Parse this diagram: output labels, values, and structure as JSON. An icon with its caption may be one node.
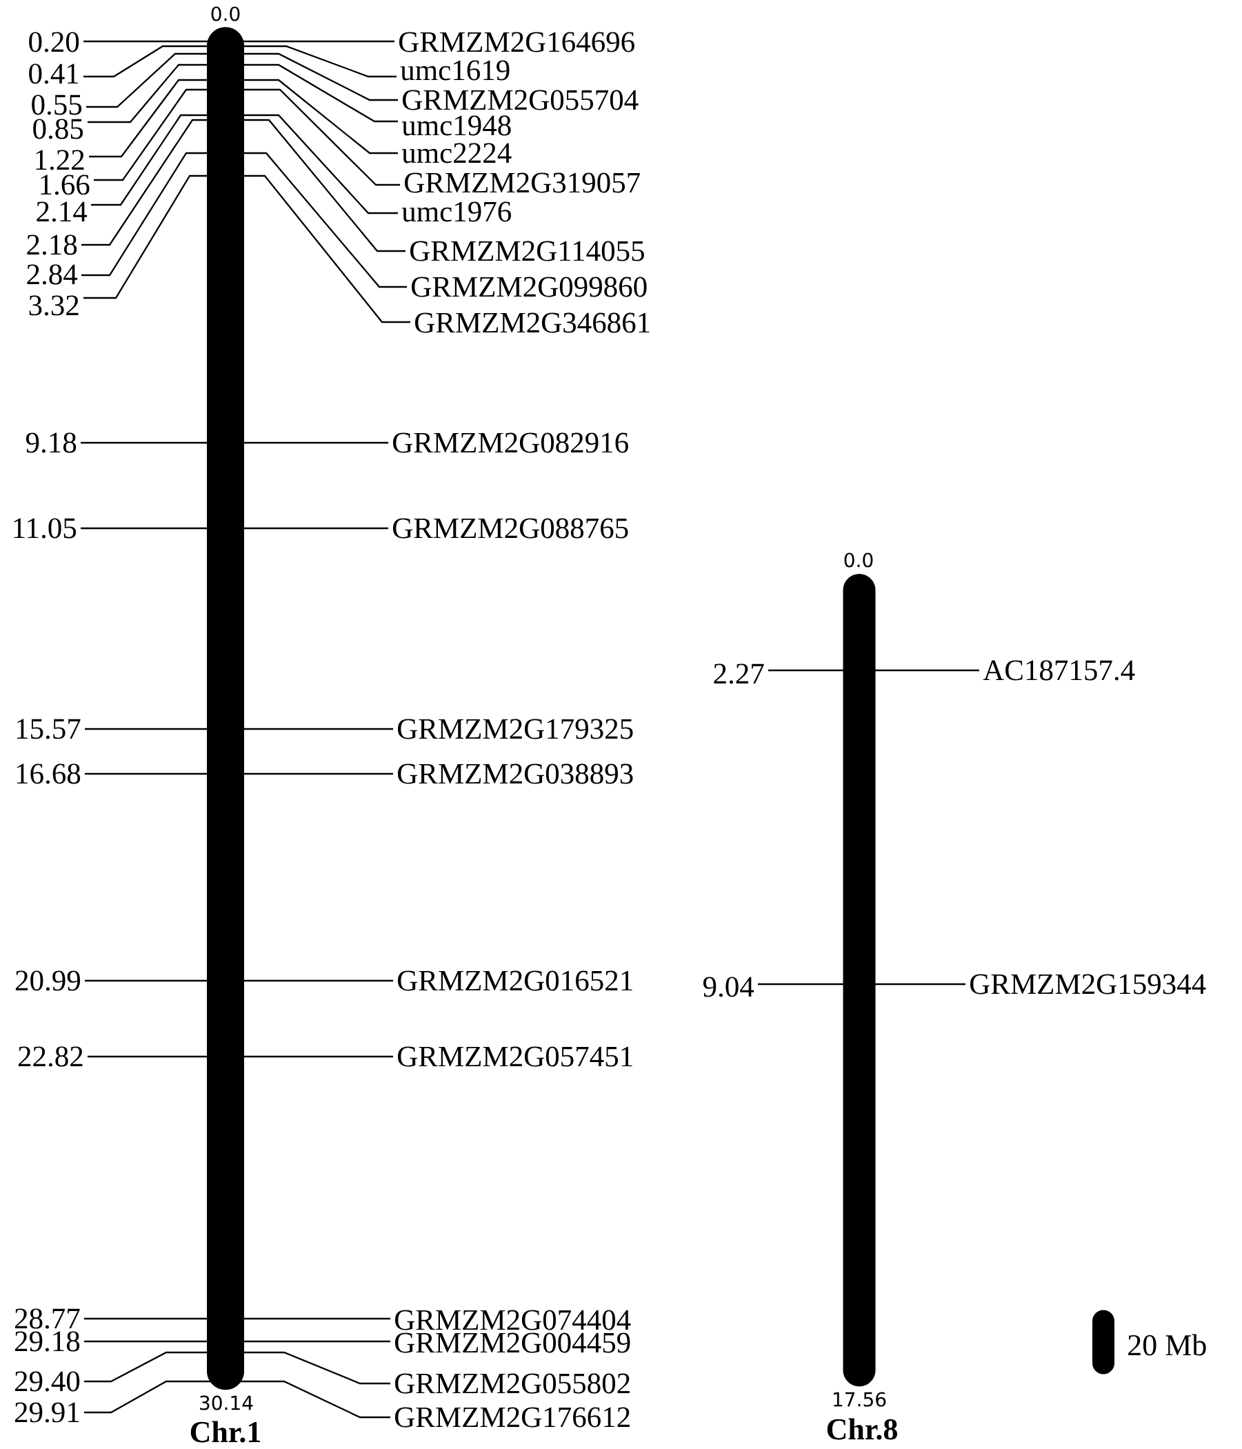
{
  "diagram": {
    "nodes": [
      {
        "text": [
          "Chr.1"
        ],
        "beside": [
          "0.0",
          "30.14"
        ]
      },
      {
        "text": [
          "0.20"
        ]
      },
      {
        "text": [
          "GRMZM2G164696"
        ]
      },
      {
        "text": [
          "0.41"
        ]
      },
      {
        "text": [
          "umc1619"
        ]
      },
      {
        "text": [
          "0.55"
        ]
      },
      {
        "text": [
          "GRMZM2G055704"
        ]
      },
      {
        "text": [
          "0.85"
        ]
      },
      {
        "text": [
          "umc1948"
        ]
      },
      {
        "text": [
          "1.22"
        ]
      },
      {
        "text": [
          "umc2224"
        ]
      },
      {
        "text": [
          "1.66"
        ]
      },
      {
        "text": [
          "GRMZM2G319057"
        ]
      },
      {
        "text": [
          "2.14"
        ]
      },
      {
        "text": [
          "umc1976"
        ]
      },
      {
        "text": [
          "2.18"
        ]
      },
      {
        "text": [
          "GRMZM2G114055"
        ]
      },
      {
        "text": [
          "2.84"
        ]
      },
      {
        "text": [
          "GRMZM2G099860"
        ]
      },
      {
        "text": [
          "3.32"
        ]
      },
      {
        "text": [
          "GRMZM2G346861"
        ]
      },
      {
        "text": [
          "9.18"
        ]
      },
      {
        "text": [
          "GRMZM2G082916"
        ]
      },
      {
        "text": [
          "11.05"
        ]
      },
      {
        "text": [
          "GRMZM2G088765"
        ]
      },
      {
        "text": [
          "15.57"
        ]
      },
      {
        "text": [
          "GRMZM2G179325"
        ]
      },
      {
        "text": [
          "16.68"
        ]
      },
      {
        "text": [
          "GRMZM2G038893"
        ]
      },
      {
        "text": [
          "20.99"
        ]
      },
      {
        "text": [
          "GRMZM2G016521"
        ]
      },
      {
        "text": [
          "22.82"
        ]
      },
      {
        "text": [
          "GRMZM2G057451"
        ]
      },
      {
        "text": [
          "28.77"
        ]
      },
      {
        "text": [
          "GRMZM2G074404"
        ]
      },
      {
        "text": [
          "29.18"
        ]
      },
      {
        "text": [
          "GRMZM2G004459"
        ]
      },
      {
        "text": [
          "29.40"
        ]
      },
      {
        "text": [
          "GRMZM2G055802"
        ]
      },
      {
        "text": [
          "29.91"
        ]
      },
      {
        "text": [
          "GRMZM2G176612"
        ]
      },
      {
        "text": [
          "Chr.8"
        ],
        "beside": [
          "0.0",
          "17.56"
        ]
      },
      {
        "text": [
          "2.27"
        ]
      },
      {
        "text": [
          "AC187157.4"
        ]
      },
      {
        "text": [
          "9.04"
        ]
      },
      {
        "text": [
          "GRMZM2G159344"
        ]
      },
      {
        "text": [],
        "shape": "bar",
        "beside": [
          "20 Mb"
        ]
      }
    ],
    "edges": [
      {
        "from": 1,
        "to": 2,
        "arrow": "none"
      },
      {
        "from": 3,
        "to": 4,
        "arrow": "none"
      },
      {
        "from": 5,
        "to": 6,
        "arrow": "none"
      },
      {
        "from": 7,
        "to": 8,
        "arrow": "none"
      },
      {
        "from": 9,
        "to": 10,
        "arrow": "none"
      },
      {
        "from": 11,
        "to": 12,
        "arrow": "none"
      },
      {
        "from": 13,
        "to": 14,
        "arrow": "none"
      },
      {
        "from": 15,
        "to": 16,
        "arrow": "none"
      },
      {
        "from": 17,
        "to": 18,
        "arrow": "none"
      },
      {
        "from": 19,
        "to": 20,
        "arrow": "none"
      },
      {
        "from": 21,
        "to": 22,
        "arrow": "none"
      },
      {
        "from": 23,
        "to": 24,
        "arrow": "none"
      },
      {
        "from": 25,
        "to": 26,
        "arrow": "none"
      },
      {
        "from": 27,
        "to": 28,
        "arrow": "none"
      },
      {
        "from": 29,
        "to": 30,
        "arrow": "none"
      },
      {
        "from": 31,
        "to": 32,
        "arrow": "none"
      },
      {
        "from": 33,
        "to": 34,
        "arrow": "none"
      },
      {
        "from": 35,
        "to": 36,
        "arrow": "none"
      },
      {
        "from": 37,
        "to": 38,
        "arrow": "none"
      },
      {
        "from": 39,
        "to": 40,
        "arrow": "none"
      },
      {
        "from": 42,
        "to": 43,
        "arrow": "none"
      },
      {
        "from": 44,
        "to": 45,
        "arrow": "none"
      }
    ]
  }
}
